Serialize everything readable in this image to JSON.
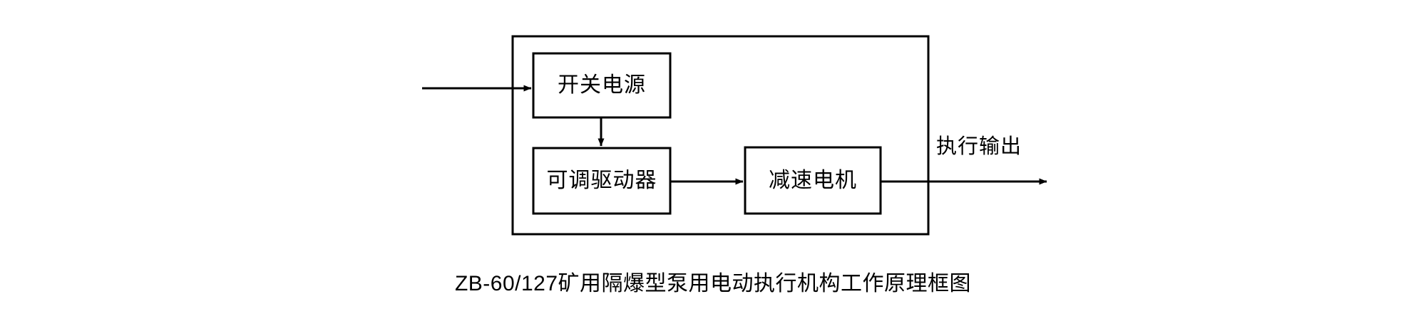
{
  "figure": {
    "caption": "ZB-60/127矿用隔爆型泵用电动执行机构工作原理框图",
    "line_color": "#000000",
    "background_color": "#ffffff"
  },
  "diagram": {
    "enclosure_label": "",
    "nodes": [
      {
        "id": "switching-power-supply",
        "label": "开关电源"
      },
      {
        "id": "adjustable-driver",
        "label": "可调驱动器"
      },
      {
        "id": "geared-motor",
        "label": "减速电机"
      }
    ],
    "annotations": [
      {
        "id": "actuating-output",
        "label": "执行输出"
      }
    ]
  }
}
